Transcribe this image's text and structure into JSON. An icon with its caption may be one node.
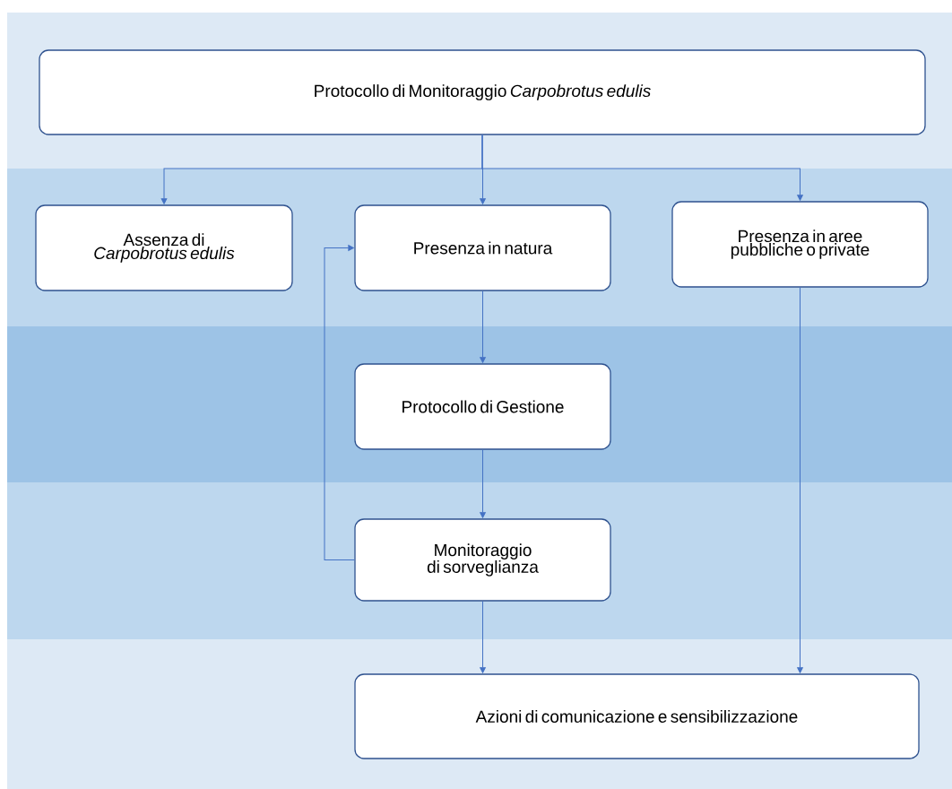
{
  "diagram": {
    "nodes": [
      {
        "text": [
          "Protocollo di Monitoraggio *Carpobrotus edulis*"
        ]
      },
      {
        "text": [
          "Assenza di *Carpobrotus edulis*"
        ]
      },
      {
        "text": [
          "Presenza in natura"
        ]
      },
      {
        "text": [
          "Presenza in aree pubbliche o private"
        ]
      },
      {
        "text": [
          "Protocollo di Gestione"
        ]
      },
      {
        "text": [
          "Monitoraggio di sorveglianza"
        ]
      },
      {
        "text": [
          "Azioni di comunicazione e sensibilizzazione"
        ]
      }
    ],
    "edges": [
      {
        "from": 0,
        "to": 1,
        "arrow": "to"
      },
      {
        "from": 0,
        "to": 2,
        "arrow": "to"
      },
      {
        "from": 0,
        "to": 3,
        "arrow": "to"
      },
      {
        "from": 2,
        "to": 4,
        "arrow": "to"
      },
      {
        "from": 4,
        "to": 5,
        "arrow": "to"
      },
      {
        "from": 5,
        "to": 2,
        "arrow": "to"
      },
      {
        "from": 5,
        "to": 6,
        "arrow": "to"
      },
      {
        "from": 3,
        "to": 6,
        "arrow": "to"
      }
    ]
  }
}
